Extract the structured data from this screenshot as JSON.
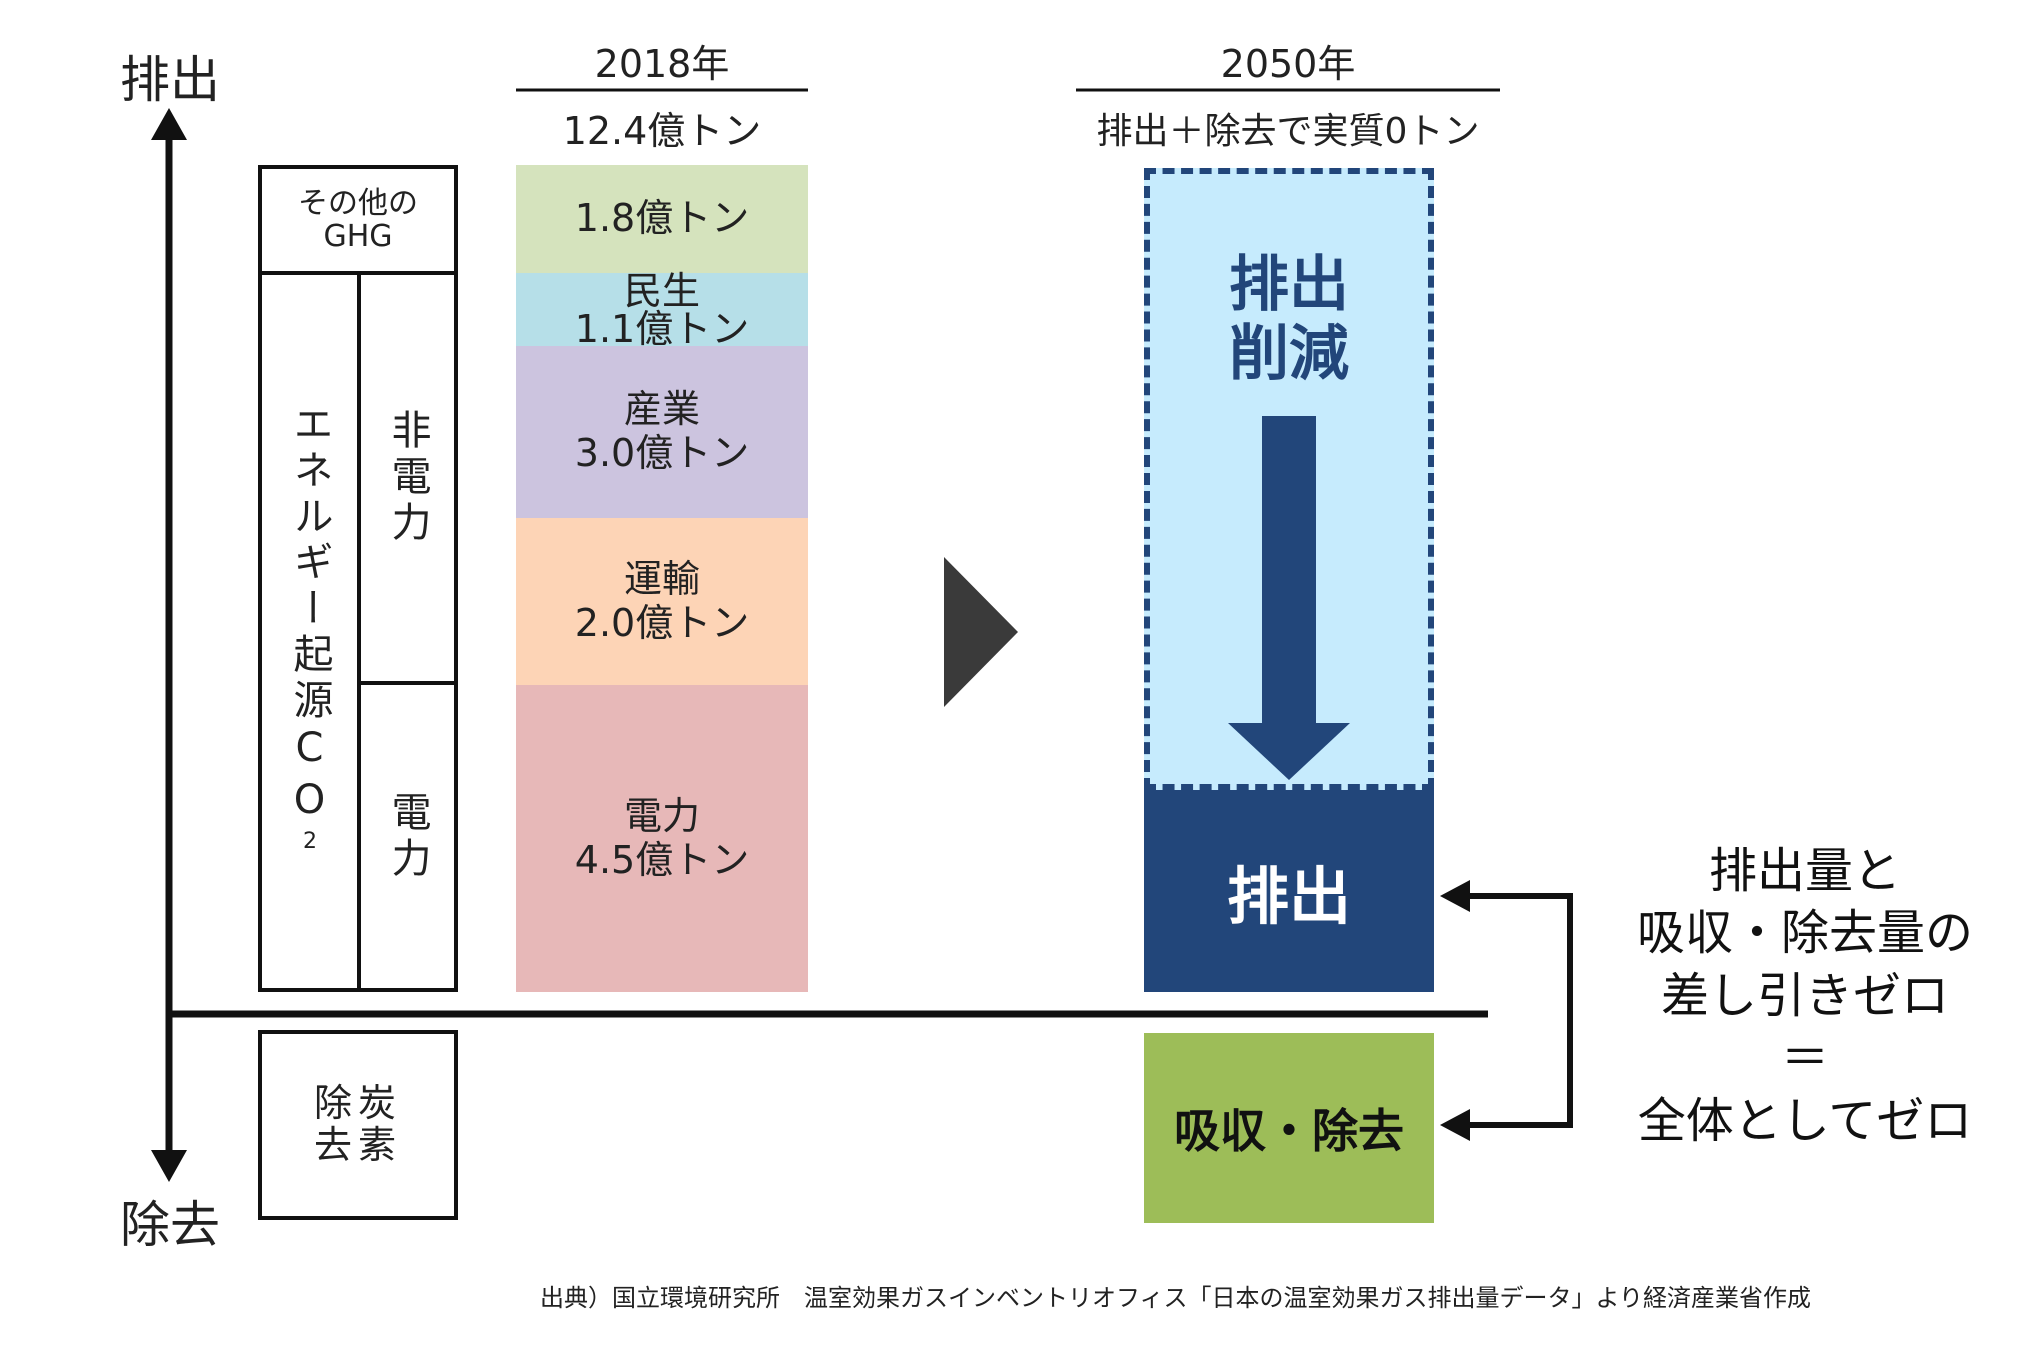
{
  "axis": {
    "top_label": "排出",
    "bottom_label": "除去"
  },
  "categories": {
    "other_ghg": "その他の\nGHG",
    "energy_co2": "エネルギー起源CO",
    "energy_co2_subscript": "2",
    "non_power": "非電力",
    "power": "電力",
    "removal": "除炭\n去素"
  },
  "year_2018": {
    "title": "2018年",
    "total": "12.4億トン",
    "segments": [
      {
        "label": "1.8億トン",
        "color": "#d5e3bd"
      },
      {
        "label": "民生\n1.1億トン",
        "color": "#b6dfe8"
      },
      {
        "label": "産業\n3.0億トン",
        "color": "#ccc4df"
      },
      {
        "label": "運輸\n2.0億トン",
        "color": "#fdd4b6"
      },
      {
        "label": "電力\n4.5億トン",
        "color": "#e7b8b8"
      }
    ]
  },
  "year_2050": {
    "title": "2050年",
    "subtitle": "排出＋除去で実質0トン",
    "reduction_label": "排出\n削減",
    "emission_label": "排出",
    "removal_label": "吸収・除去",
    "reduction_bg": "#c6ebfd",
    "dark_blue": "#22467a",
    "green": "#9dbd58"
  },
  "explanation": "排出量と\n吸収・除去量の\n差し引きゼロ\n＝\n全体としてゼロ",
  "source": "出典）国立環境研究所　温室効果ガスインベントリオフィス「日本の温室効果ガス排出量データ」より経済産業省作成",
  "colors": {
    "arrow_gray": "#3a3a3a",
    "black": "#111111"
  }
}
